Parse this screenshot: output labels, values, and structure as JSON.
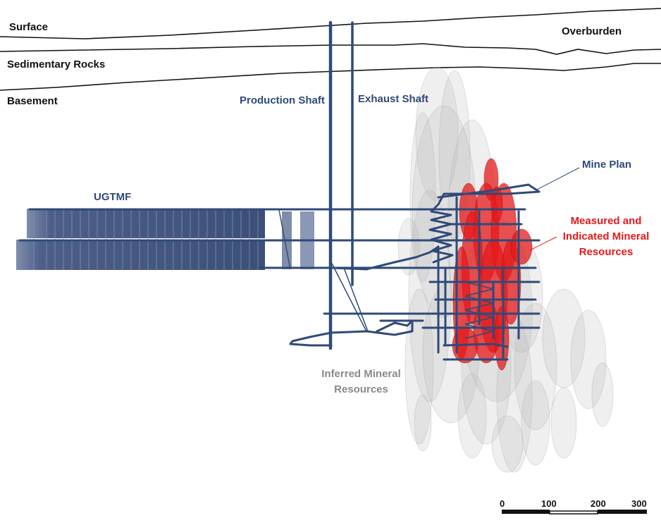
{
  "labels": {
    "surface": "Surface",
    "overburden": "Overburden",
    "sedimentary_rocks": "Sedimentary Rocks",
    "basement": "Basement",
    "production_shaft": "Production Shaft",
    "exhaust_shaft": "Exhaust Shaft",
    "mine_plan": "Mine Plan",
    "ugtmf": "UGTMF",
    "measured_indicated": [
      "Measured and",
      "Indicated Mineral",
      "Resources"
    ],
    "inferred": [
      "Inferred Mineral",
      "Resources"
    ]
  },
  "scale_bar": {
    "ticks": [
      "0",
      "100",
      "200",
      "300"
    ]
  },
  "colors": {
    "infrastructure": "#2f4a78",
    "measured_indicated": "#e41a1c",
    "inferred": "#bdbdbd",
    "layer_lines": "#111111"
  }
}
